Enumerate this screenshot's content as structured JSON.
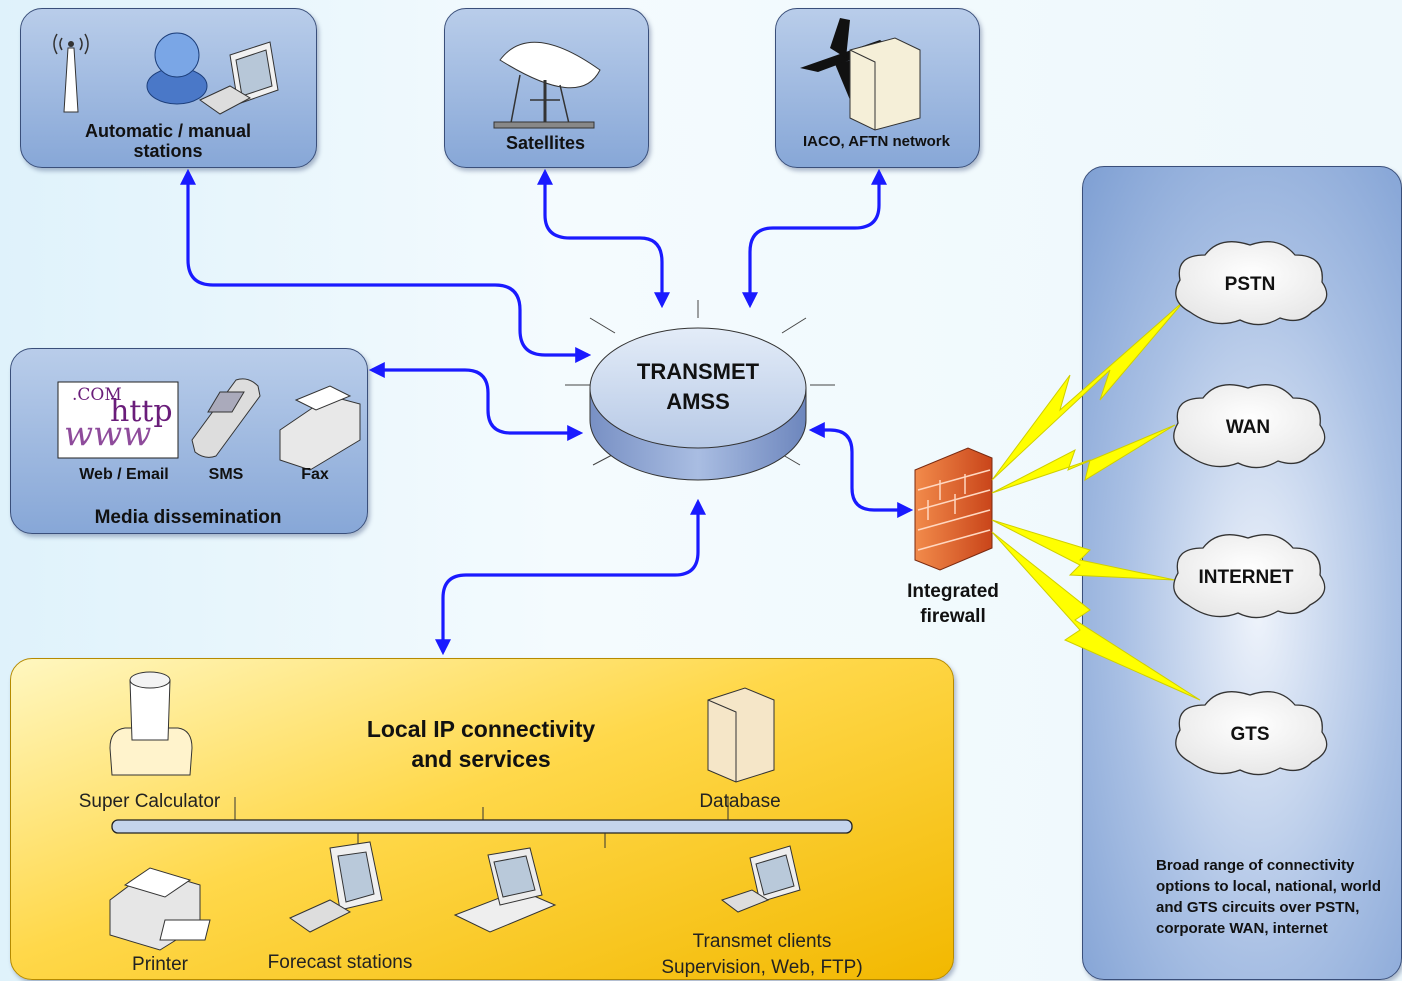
{
  "top_nodes": {
    "stations_label": "Automatic / manual stations",
    "satellites_label": "Satellites",
    "iaco_label": "IACO, AFTN network"
  },
  "center": {
    "line1": "TRANSMET",
    "line2": "AMSS"
  },
  "media": {
    "web_email_label": "Web / Email",
    "sms_label": "SMS",
    "fax_label": "Fax",
    "title": "Media dissemination",
    "web_logo_com": ".COM",
    "web_logo_http": "http",
    "web_logo_www": "www"
  },
  "firewall_label": "Integrated firewall",
  "local": {
    "title": "Local IP connectivity and services",
    "super_calculator": "Super Calculator",
    "database": "Database",
    "printer": "Printer",
    "forecast_stations": "Forecast stations",
    "transmet_clients": "Transmet clients Supervision, Web, FTP)"
  },
  "connectivity": {
    "clouds": [
      "PSTN",
      "WAN",
      "INTERNET",
      "GTS"
    ],
    "description": "Broad range of connectivity options to local, national, world and GTS circuits over PSTN, corporate WAN, internet"
  },
  "colors": {
    "arrow": "#1a1aff",
    "box_blue": "#8fadd9",
    "box_yellow": "#f7c300",
    "lightning": "#ffff00",
    "firewall": "#e8652b"
  }
}
